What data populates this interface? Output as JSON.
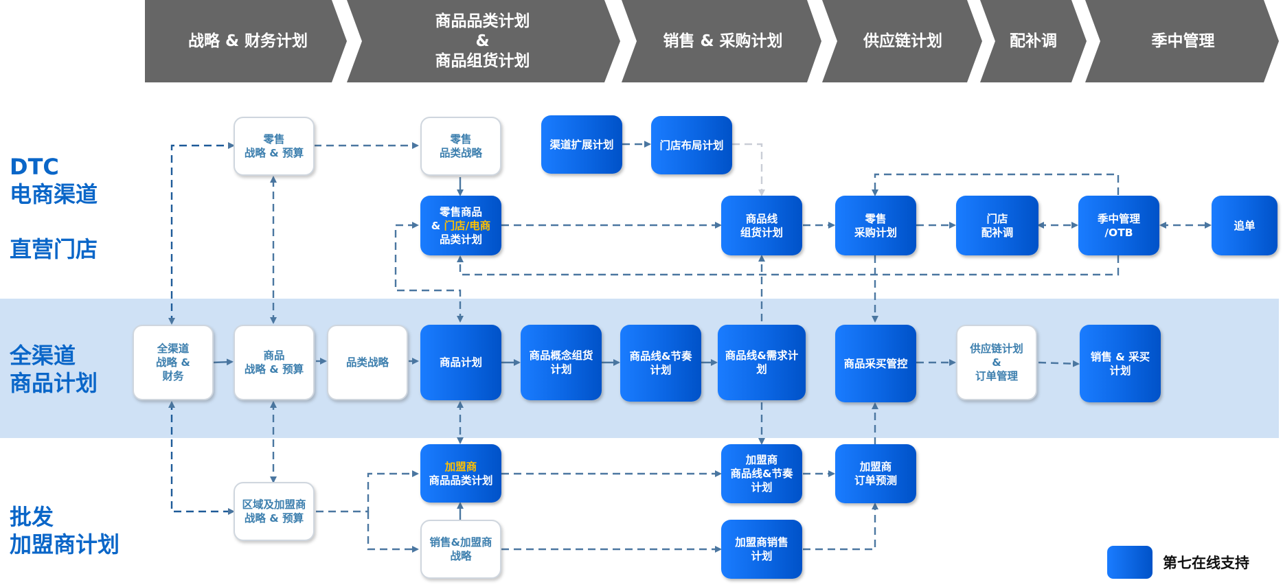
{
  "phases": [
    {
      "id": "strategy",
      "label": "战略 & 财务计划"
    },
    {
      "id": "category",
      "label": "商品品类计划\n&\n商品组货计划"
    },
    {
      "id": "sales",
      "label": "销售 & 采购计划"
    },
    {
      "id": "supply",
      "label": "供应链计划"
    },
    {
      "id": "replenish",
      "label": "配补调"
    },
    {
      "id": "inseason",
      "label": "季中管理"
    }
  ],
  "colors": {
    "phase_bg": "#666666",
    "lane_text": "#0a66c8",
    "band_bg": "#cfe1f5",
    "node_blue_start": "#1a7cff",
    "node_blue_end": "#0052c8",
    "node_white_text": "#3d7fae",
    "highlight_text": "#ffc000",
    "connector": "#4a76a0",
    "connector_light": "#c9cdd6"
  },
  "lanes": [
    {
      "id": "dtc",
      "label": "DTC\n电商渠道\n\n直营门店"
    },
    {
      "id": "omni",
      "label": "全渠道\n商品计划"
    },
    {
      "id": "wholesale",
      "label": "批发\n加盟商计划"
    }
  ],
  "nodes": {
    "retail_strategy_budget": {
      "style": "white",
      "line1": "零售",
      "line2": "战略 & 预算"
    },
    "retail_category_strategy": {
      "style": "white",
      "line1": "零售",
      "line2": "品类战略"
    },
    "channel_expansion_plan": {
      "style": "blue",
      "text": "渠道扩展计划"
    },
    "store_layout_plan": {
      "style": "blue",
      "text": "门店布局计划"
    },
    "retail_category_plan": {
      "style": "blue",
      "line1": "零售商品",
      "line2_prefix": "& ",
      "line2_highlight": "门店/电商",
      "line3": "品类计划"
    },
    "product_line_assortment": {
      "style": "blue",
      "line1": "商品线",
      "line2": "组货计划"
    },
    "retail_purchase_plan": {
      "style": "blue",
      "line1": "零售",
      "line2": "采购计划"
    },
    "store_replenishment": {
      "style": "blue",
      "line1": "门店",
      "line2": "配补调"
    },
    "inseason_otb": {
      "style": "blue",
      "line1": "季中管理",
      "line2": "/OTB"
    },
    "reorder": {
      "style": "blue",
      "text": "追单"
    },
    "omni_strategy_finance": {
      "style": "white",
      "line1": "全渠道",
      "line2": "战略 &",
      "line3": "财务"
    },
    "product_strategy_budget": {
      "style": "white",
      "line1": "商品",
      "line2": "战略 & 预算"
    },
    "category_strategy": {
      "style": "white",
      "text": "品类战略"
    },
    "product_plan": {
      "style": "blue",
      "text": "商品计划"
    },
    "concept_assortment_plan": {
      "style": "blue",
      "line1": "商品概念组货",
      "line2": "计划"
    },
    "line_rhythm_plan": {
      "style": "blue",
      "line1": "商品线&节奏",
      "line2": "计划"
    },
    "line_demand_plan": {
      "style": "blue",
      "line1": "商品线&需求计",
      "line2": "划"
    },
    "purchase_control": {
      "style": "blue",
      "text": "商品采买管控"
    },
    "supply_order_mgmt": {
      "style": "white",
      "line1": "供应链计划",
      "line2": "&",
      "line3": "订单管理"
    },
    "sales_purchase_plan": {
      "style": "blue",
      "line1": "销售 & 采买",
      "line2": "计划"
    },
    "franchise_category_plan": {
      "style": "blue",
      "line1_highlight": "加盟商",
      "line2": "商品品类计划"
    },
    "franchise_line_rhythm": {
      "style": "blue",
      "line1": "加盟商",
      "line2": "商品线&节奏",
      "line3": "计划"
    },
    "franchise_order_forecast": {
      "style": "blue",
      "line1": "加盟商",
      "line2": "订单预测"
    },
    "region_franchise_strategy": {
      "style": "white",
      "line1": "区域及加盟商",
      "line2": "战略 & 预算"
    },
    "sales_franchise_strategy": {
      "style": "white",
      "line1": "销售&加盟商",
      "line2": "战略"
    },
    "franchise_sales_plan": {
      "style": "blue",
      "line1": "加盟商销售",
      "line2": "计划"
    }
  },
  "connectors": [
    {
      "from": "omni_strategy_finance",
      "to": "retail_strategy_budget",
      "style": "dashed",
      "arrows": "both"
    },
    {
      "from": "omni_strategy_finance",
      "to": "region_franchise_strategy",
      "style": "dashed",
      "arrows": "both"
    },
    {
      "from": "product_strategy_budget",
      "to": "retail_strategy_budget",
      "style": "dashed",
      "arrows": "both"
    },
    {
      "from": "product_strategy_budget",
      "to": "region_franchise_strategy",
      "style": "dashed",
      "arrows": "both"
    },
    {
      "from": "retail_strategy_budget",
      "to": "retail_category_strategy",
      "style": "dashed",
      "arrows": "end"
    },
    {
      "from": "retail_category_strategy",
      "to": "retail_category_plan",
      "style": "solid",
      "arrows": "end"
    },
    {
      "from": "channel_expansion_plan",
      "to": "store_layout_plan",
      "style": "dashed",
      "arrows": "end"
    },
    {
      "from": "store_layout_plan",
      "to": "product_line_assortment",
      "style": "dashed-light",
      "arrows": "end"
    },
    {
      "from": "retail_category_plan",
      "to": "product_line_assortment",
      "style": "dashed",
      "arrows": "end"
    },
    {
      "from": "product_line_assortment",
      "to": "retail_purchase_plan",
      "style": "dashed",
      "arrows": "end"
    },
    {
      "from": "retail_purchase_plan",
      "to": "store_replenishment",
      "style": "dashed",
      "arrows": "end"
    },
    {
      "from": "store_replenishment",
      "to": "inseason_otb",
      "style": "dashed",
      "arrows": "both"
    },
    {
      "from": "inseason_otb",
      "to": "reorder",
      "style": "dashed",
      "arrows": "both"
    },
    {
      "from": "inseason_otb",
      "to": "retail_purchase_plan",
      "style": "dashed",
      "arrows": "end"
    },
    {
      "from": "inseason_otb",
      "to": "retail_category_plan",
      "style": "dashed",
      "arrows": "end"
    },
    {
      "from": "product_plan",
      "to": "retail_category_plan",
      "style": "dashed",
      "arrows": "both"
    },
    {
      "from": "product_plan",
      "to": "franchise_category_plan",
      "style": "dashed",
      "arrows": "both"
    },
    {
      "from": "omni_strategy_finance",
      "to": "product_strategy_budget",
      "style": "solid",
      "arrows": "end"
    },
    {
      "from": "product_strategy_budget",
      "to": "category_strategy",
      "style": "solid",
      "arrows": "end"
    },
    {
      "from": "category_strategy",
      "to": "product_plan",
      "style": "solid",
      "arrows": "end"
    },
    {
      "from": "product_plan",
      "to": "concept_assortment_plan",
      "style": "solid",
      "arrows": "end"
    },
    {
      "from": "concept_assortment_plan",
      "to": "line_rhythm_plan",
      "style": "solid",
      "arrows": "end"
    },
    {
      "from": "line_rhythm_plan",
      "to": "line_demand_plan",
      "style": "solid",
      "arrows": "end"
    },
    {
      "from": "line_demand_plan",
      "to": "product_line_assortment",
      "style": "dashed",
      "arrows": "end"
    },
    {
      "from": "line_demand_plan",
      "to": "franchise_line_rhythm",
      "style": "dashed",
      "arrows": "end"
    },
    {
      "from": "retail_purchase_plan",
      "to": "purchase_control",
      "style": "dashed",
      "arrows": "end"
    },
    {
      "from": "purchase_control",
      "to": "supply_order_mgmt",
      "style": "dashed",
      "arrows": "end"
    },
    {
      "from": "supply_order_mgmt",
      "to": "sales_purchase_plan",
      "style": "dashed",
      "arrows": "end"
    },
    {
      "from": "franchise_order_forecast",
      "to": "purchase_control",
      "style": "dashed",
      "arrows": "end"
    },
    {
      "from": "region_franchise_strategy",
      "to": "franchise_category_plan",
      "style": "dashed",
      "arrows": "end"
    },
    {
      "from": "region_franchise_strategy",
      "to": "sales_franchise_strategy",
      "style": "dashed",
      "arrows": "end"
    },
    {
      "from": "sales_franchise_strategy",
      "to": "franchise_category_plan",
      "style": "solid",
      "arrows": "end"
    },
    {
      "from": "franchise_category_plan",
      "to": "franchise_line_rhythm",
      "style": "dashed",
      "arrows": "end"
    },
    {
      "from": "franchise_line_rhythm",
      "to": "franchise_order_forecast",
      "style": "dashed",
      "arrows": "end"
    },
    {
      "from": "sales_franchise_strategy",
      "to": "franchise_sales_plan",
      "style": "dashed",
      "arrows": "end"
    },
    {
      "from": "franchise_sales_plan",
      "to": "franchise_order_forecast",
      "style": "dashed",
      "arrows": "end"
    }
  ],
  "legend": {
    "label": "第七在线支持"
  }
}
